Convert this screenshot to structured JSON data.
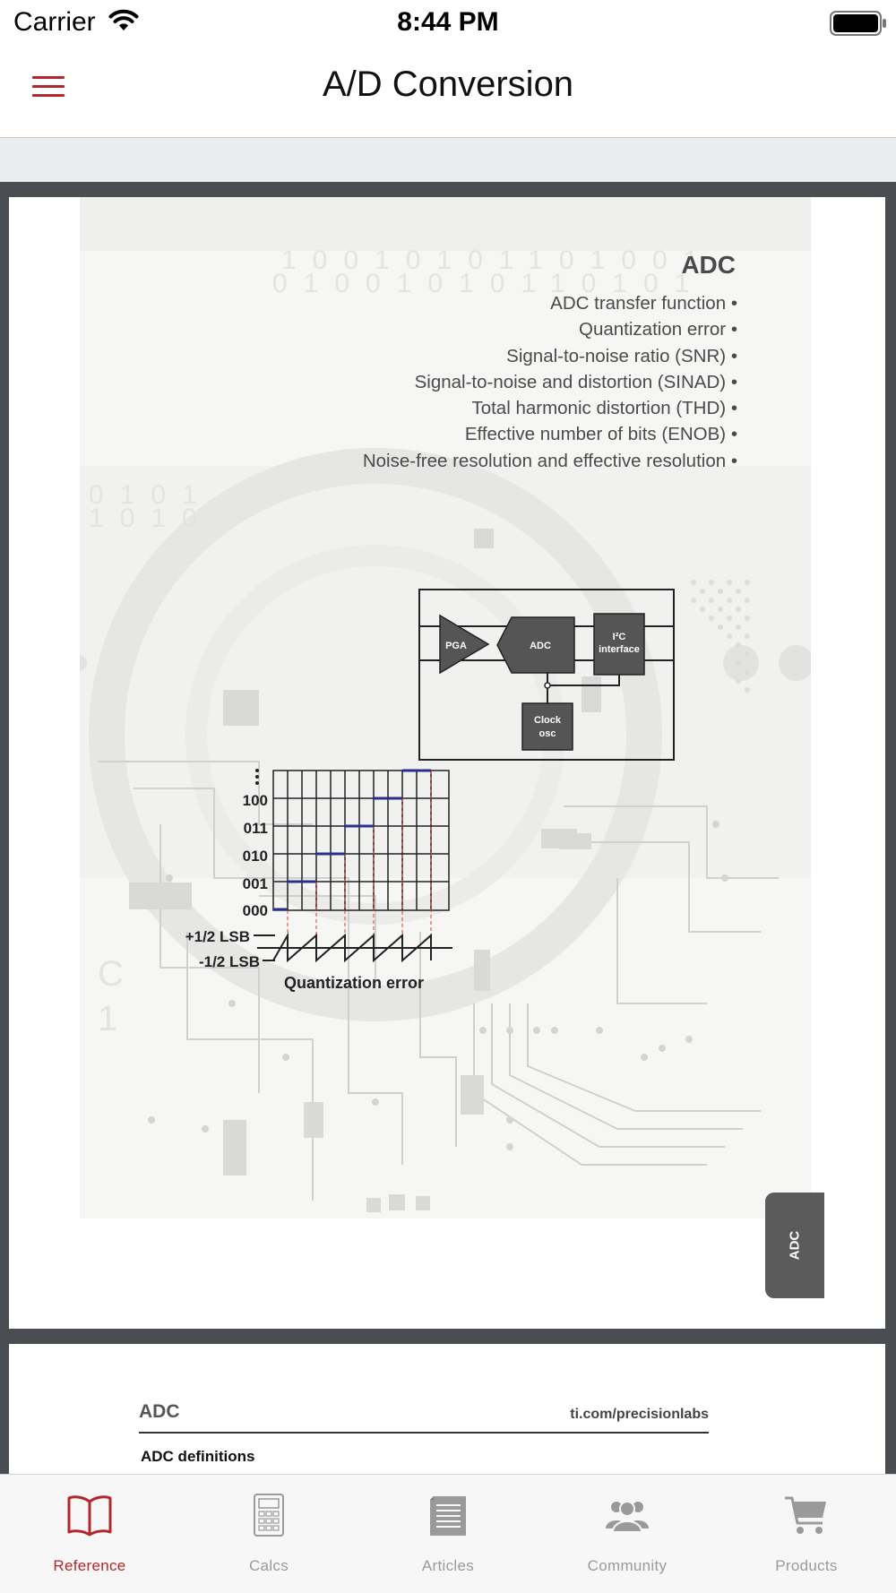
{
  "status_bar": {
    "carrier": "Carrier",
    "time": "8:44 PM",
    "icons": [
      "wifi-icon",
      "battery-icon"
    ]
  },
  "nav": {
    "title": "A/D Conversion",
    "menu_icon": "hamburger-menu-icon",
    "accent_color": "#b3262b"
  },
  "document": {
    "page1": {
      "heading": "ADC",
      "topics": [
        "ADC transfer function",
        "Quantization error",
        "Signal-to-noise ratio (SNR)",
        "Signal-to-noise and distortion (SINAD)",
        "Total harmonic distortion (THD)",
        "Effective number of bits (ENOB)",
        "Noise-free resolution and effective resolution"
      ],
      "block_diagram": {
        "pga": "PGA",
        "adc": "ADC",
        "i2c_line1": "I²C",
        "i2c_line2": "interface",
        "clock_line1": "Clock",
        "clock_line2": "osc"
      },
      "quantization_chart": {
        "codes": [
          "100",
          "011",
          "010",
          "001",
          "000"
        ],
        "plus_lsb": "+1/2 LSB",
        "minus_lsb": "-1/2 LSB",
        "caption": "Quantization error"
      },
      "side_tab": "ADC"
    },
    "page2": {
      "title": "ADC",
      "link": "ti.com/precisionlabs",
      "section": "ADC definitions"
    }
  },
  "tab_bar": {
    "tabs": [
      {
        "label": "Reference",
        "icon": "book-icon",
        "active": true
      },
      {
        "label": "Calcs",
        "icon": "calculator-icon",
        "active": false
      },
      {
        "label": "Articles",
        "icon": "document-icon",
        "active": false
      },
      {
        "label": "Community",
        "icon": "people-icon",
        "active": false
      },
      {
        "label": "Products",
        "icon": "cart-icon",
        "active": false
      }
    ],
    "active_color": "#b3262b",
    "inactive_color": "#9a9a9a"
  }
}
